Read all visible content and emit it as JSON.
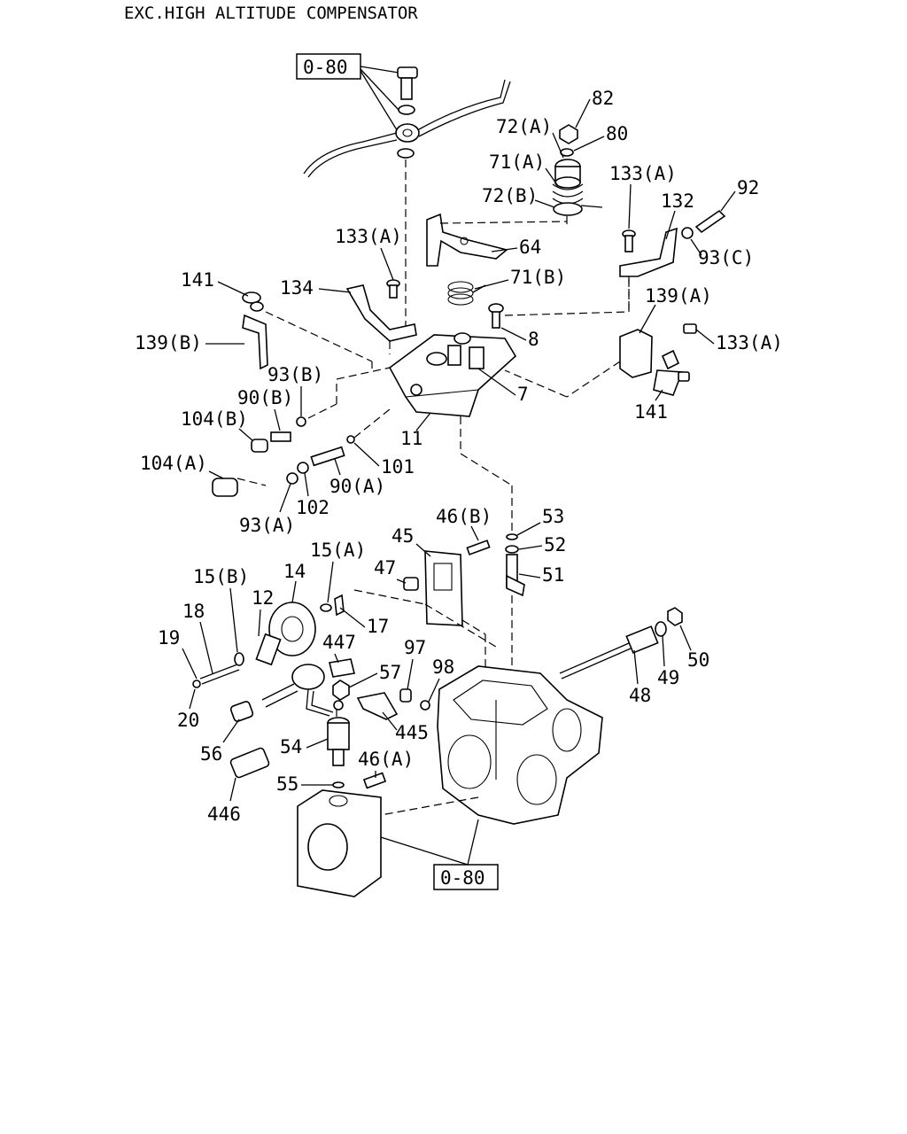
{
  "title": "EXC.HIGH ALTITUDE COMPENSATOR",
  "reference_boxes": [
    "0-80",
    "0-80"
  ],
  "callouts": [
    {
      "id": "82",
      "text": "82"
    },
    {
      "id": "72a",
      "text": "72(A)"
    },
    {
      "id": "80",
      "text": "80"
    },
    {
      "id": "71a",
      "text": "71(A)"
    },
    {
      "id": "72b",
      "text": "72(B)"
    },
    {
      "id": "133a_top",
      "text": "133(A)"
    },
    {
      "id": "92",
      "text": "92"
    },
    {
      "id": "132",
      "text": "132"
    },
    {
      "id": "93c",
      "text": "93(C)"
    },
    {
      "id": "133a_mid",
      "text": "133(A)"
    },
    {
      "id": "64",
      "text": "64"
    },
    {
      "id": "141_left",
      "text": "141"
    },
    {
      "id": "134",
      "text": "134"
    },
    {
      "id": "71b",
      "text": "71(B)"
    },
    {
      "id": "139a",
      "text": "139(A)"
    },
    {
      "id": "8",
      "text": "8"
    },
    {
      "id": "133a_right",
      "text": "133(A)"
    },
    {
      "id": "139b",
      "text": "139(B)"
    },
    {
      "id": "93b",
      "text": "93(B)"
    },
    {
      "id": "7",
      "text": "7"
    },
    {
      "id": "90b",
      "text": "90(B)"
    },
    {
      "id": "141_right",
      "text": "141"
    },
    {
      "id": "104b",
      "text": "104(B)"
    },
    {
      "id": "11",
      "text": "11"
    },
    {
      "id": "104a",
      "text": "104(A)"
    },
    {
      "id": "101",
      "text": "101"
    },
    {
      "id": "90a",
      "text": "90(A)"
    },
    {
      "id": "102",
      "text": "102"
    },
    {
      "id": "93a",
      "text": "93(A)"
    },
    {
      "id": "46b",
      "text": "46(B)"
    },
    {
      "id": "53",
      "text": "53"
    },
    {
      "id": "45",
      "text": "45"
    },
    {
      "id": "52",
      "text": "52"
    },
    {
      "id": "15a",
      "text": "15(A)"
    },
    {
      "id": "47",
      "text": "47"
    },
    {
      "id": "14",
      "text": "14"
    },
    {
      "id": "51",
      "text": "51"
    },
    {
      "id": "15b",
      "text": "15(B)"
    },
    {
      "id": "12",
      "text": "12"
    },
    {
      "id": "18",
      "text": "18"
    },
    {
      "id": "17",
      "text": "17"
    },
    {
      "id": "447",
      "text": "447"
    },
    {
      "id": "97",
      "text": "97"
    },
    {
      "id": "19",
      "text": "19"
    },
    {
      "id": "98",
      "text": "98"
    },
    {
      "id": "57",
      "text": "57"
    },
    {
      "id": "50",
      "text": "50"
    },
    {
      "id": "49",
      "text": "49"
    },
    {
      "id": "48",
      "text": "48"
    },
    {
      "id": "20",
      "text": "20"
    },
    {
      "id": "445",
      "text": "445"
    },
    {
      "id": "56",
      "text": "56"
    },
    {
      "id": "54",
      "text": "54"
    },
    {
      "id": "46a",
      "text": "46(A)"
    },
    {
      "id": "55",
      "text": "55"
    },
    {
      "id": "446",
      "text": "446"
    }
  ]
}
